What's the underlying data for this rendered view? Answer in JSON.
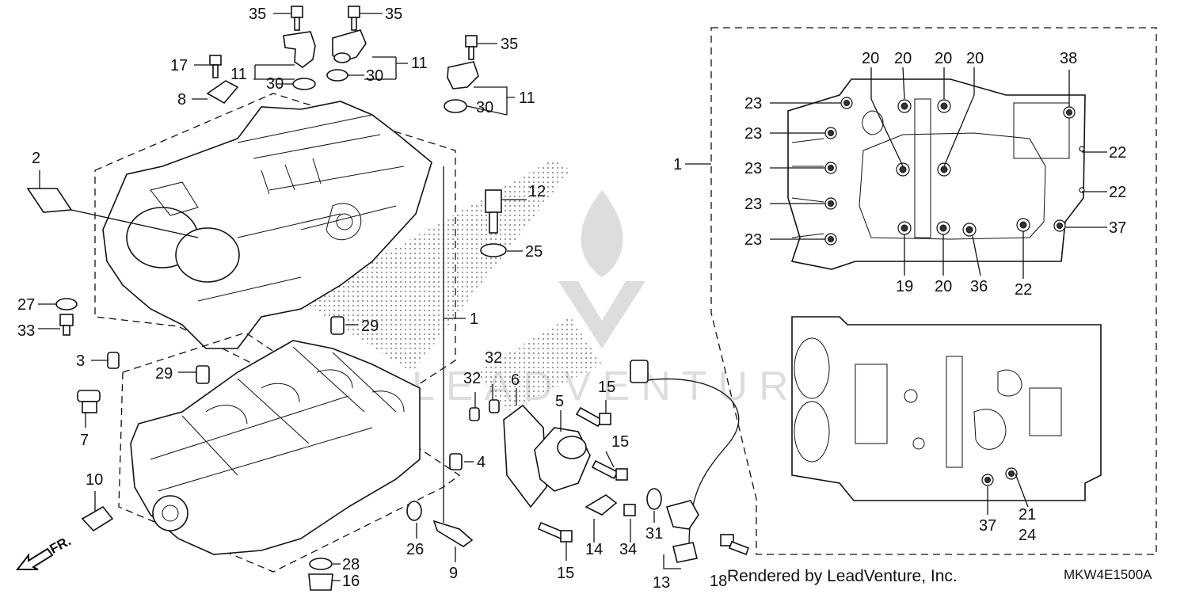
{
  "diagram": {
    "direction_label": "FR.",
    "credit": "Rendered by LeadVenture, Inc.",
    "code": "MKW4E1500A",
    "watermark_text": "LEADVENTURE",
    "callouts": [
      {
        "id": "c35a",
        "text": "35"
      },
      {
        "id": "c35b",
        "text": "35"
      },
      {
        "id": "c35c",
        "text": "35"
      },
      {
        "id": "c17",
        "text": "17"
      },
      {
        "id": "c11a",
        "text": "11"
      },
      {
        "id": "c11b",
        "text": "11"
      },
      {
        "id": "c11c",
        "text": "11"
      },
      {
        "id": "c30a",
        "text": "30"
      },
      {
        "id": "c30b",
        "text": "30"
      },
      {
        "id": "c30c",
        "text": "30"
      },
      {
        "id": "c8",
        "text": "8"
      },
      {
        "id": "c2",
        "text": "2"
      },
      {
        "id": "c12",
        "text": "12"
      },
      {
        "id": "c25",
        "text": "25"
      },
      {
        "id": "c27",
        "text": "27"
      },
      {
        "id": "c33",
        "text": "33"
      },
      {
        "id": "c1a",
        "text": "1"
      },
      {
        "id": "c29a",
        "text": "29"
      },
      {
        "id": "c3",
        "text": "3"
      },
      {
        "id": "c29b",
        "text": "29"
      },
      {
        "id": "c32a",
        "text": "32"
      },
      {
        "id": "c32b",
        "text": "32"
      },
      {
        "id": "c6",
        "text": "6"
      },
      {
        "id": "c15a",
        "text": "15"
      },
      {
        "id": "c5",
        "text": "5"
      },
      {
        "id": "c15b",
        "text": "15"
      },
      {
        "id": "c7",
        "text": "7"
      },
      {
        "id": "c4",
        "text": "4"
      },
      {
        "id": "c10",
        "text": "10"
      },
      {
        "id": "c26",
        "text": "26"
      },
      {
        "id": "c14",
        "text": "14"
      },
      {
        "id": "c34",
        "text": "34"
      },
      {
        "id": "c31",
        "text": "31"
      },
      {
        "id": "c15c",
        "text": "15"
      },
      {
        "id": "c9",
        "text": "9"
      },
      {
        "id": "c28",
        "text": "28"
      },
      {
        "id": "c16",
        "text": "16"
      },
      {
        "id": "c13",
        "text": "13"
      },
      {
        "id": "c18",
        "text": "18"
      },
      {
        "id": "c1b",
        "text": "1"
      },
      {
        "id": "c20a",
        "text": "20"
      },
      {
        "id": "c20b",
        "text": "20"
      },
      {
        "id": "c20c",
        "text": "20"
      },
      {
        "id": "c20d",
        "text": "20"
      },
      {
        "id": "c38",
        "text": "38"
      },
      {
        "id": "c23a",
        "text": "23"
      },
      {
        "id": "c23b",
        "text": "23"
      },
      {
        "id": "c23c",
        "text": "23"
      },
      {
        "id": "c23d",
        "text": "23"
      },
      {
        "id": "c23e",
        "text": "23"
      },
      {
        "id": "c22a",
        "text": "22"
      },
      {
        "id": "c22b",
        "text": "22"
      },
      {
        "id": "c37a",
        "text": "37"
      },
      {
        "id": "c19",
        "text": "19"
      },
      {
        "id": "c20e",
        "text": "20"
      },
      {
        "id": "c36",
        "text": "36"
      },
      {
        "id": "c22c",
        "text": "22"
      },
      {
        "id": "c37b",
        "text": "37"
      },
      {
        "id": "c21",
        "text": "21"
      },
      {
        "id": "c24",
        "text": "24"
      }
    ]
  }
}
